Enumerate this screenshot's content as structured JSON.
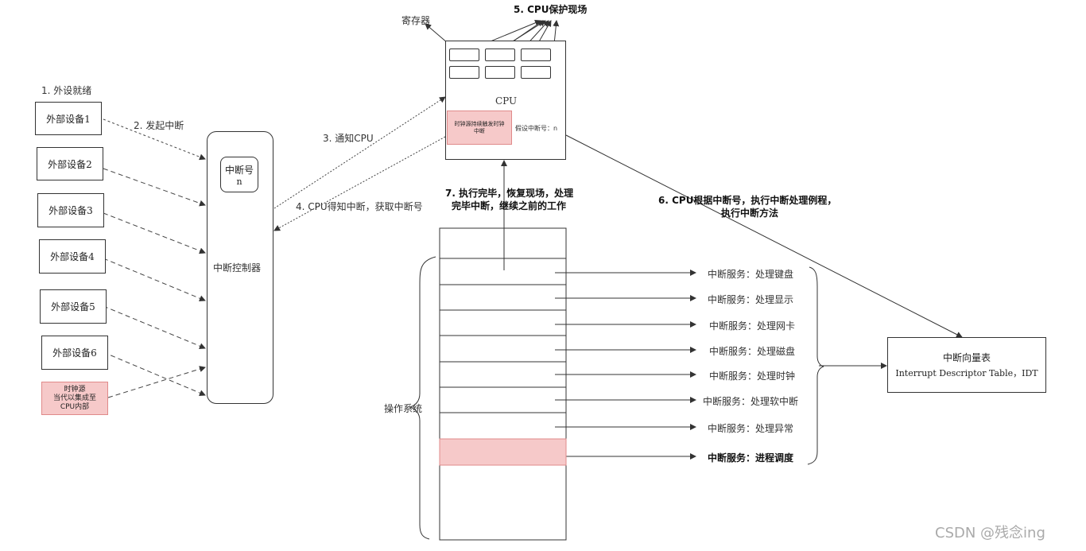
{
  "steps": {
    "s1": "1. 外设就绪",
    "s2": "2. 发起中断",
    "s3": "3. 通知CPU",
    "s4": "4. CPU得知中断，获取中断号",
    "s5": "5. CPU保护现场",
    "s6_line1": "6. CPU根据中断号，执行中断处理例程，",
    "s6_line2": "执行中断方法",
    "s7_line1": "7. 执行完毕，恢复现场，处理",
    "s7_line2": "完毕中断，继续之前的工作"
  },
  "devices": [
    "外部设备1",
    "外部设备2",
    "外部设备3",
    "外部设备4",
    "外部设备5",
    "外部设备6"
  ],
  "clock_source": {
    "line1": "时钟源",
    "line2": "当代以集成至",
    "line3": "CPU内部"
  },
  "controller": {
    "label": "中断控制器",
    "number_label": "中断号",
    "number_value": "n"
  },
  "cpu": {
    "label": "CPU",
    "registers_label": "寄存器",
    "clock_interrupt_line1": "时钟源持续触发时钟",
    "clock_interrupt_line2": "中断",
    "assumed_number": "假设中断号：n"
  },
  "os": {
    "label": "操作系统"
  },
  "services": [
    "中断服务：处理键盘",
    "中断服务：处理显示",
    "中断服务：处理网卡",
    "中断服务：处理磁盘",
    "中断服务：处理时钟",
    "中断服务：处理软中断",
    "中断服务：处理异常",
    "中断服务：进程调度"
  ],
  "idt": {
    "line1": "中断向量表",
    "line2": "Interrupt Descriptor Table，IDT"
  },
  "watermark": "CSDN @残念ing",
  "colors": {
    "highlight_fill": "#f6c9c9",
    "highlight_border": "#e08a8a",
    "line": "#333333"
  }
}
